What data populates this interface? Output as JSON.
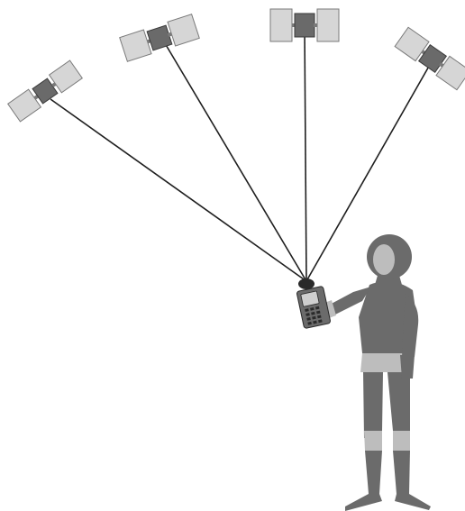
{
  "colors": {
    "background": "#ffffff",
    "signal_line": "#1f1f1f",
    "solar_panel": "#d6d6d6",
    "panel_outline": "#7a7a7a",
    "satellite_body": "#6a6a6a",
    "figure_dark": "#6b6b6b",
    "figure_light": "#bdbdbd",
    "figure_outline": "#3a3a3a",
    "antenna": "#2a2a2a",
    "device_screen": "#cfcfcf"
  },
  "scene": {
    "satellites": [
      {
        "name": "satellite-1",
        "icon": "satellite-icon"
      },
      {
        "name": "satellite-2",
        "icon": "satellite-icon"
      },
      {
        "name": "satellite-3",
        "icon": "satellite-icon"
      },
      {
        "name": "satellite-4",
        "icon": "satellite-icon"
      }
    ],
    "receiver": {
      "icon": "gps-receiver-icon"
    },
    "person": {
      "icon": "person-icon"
    }
  }
}
